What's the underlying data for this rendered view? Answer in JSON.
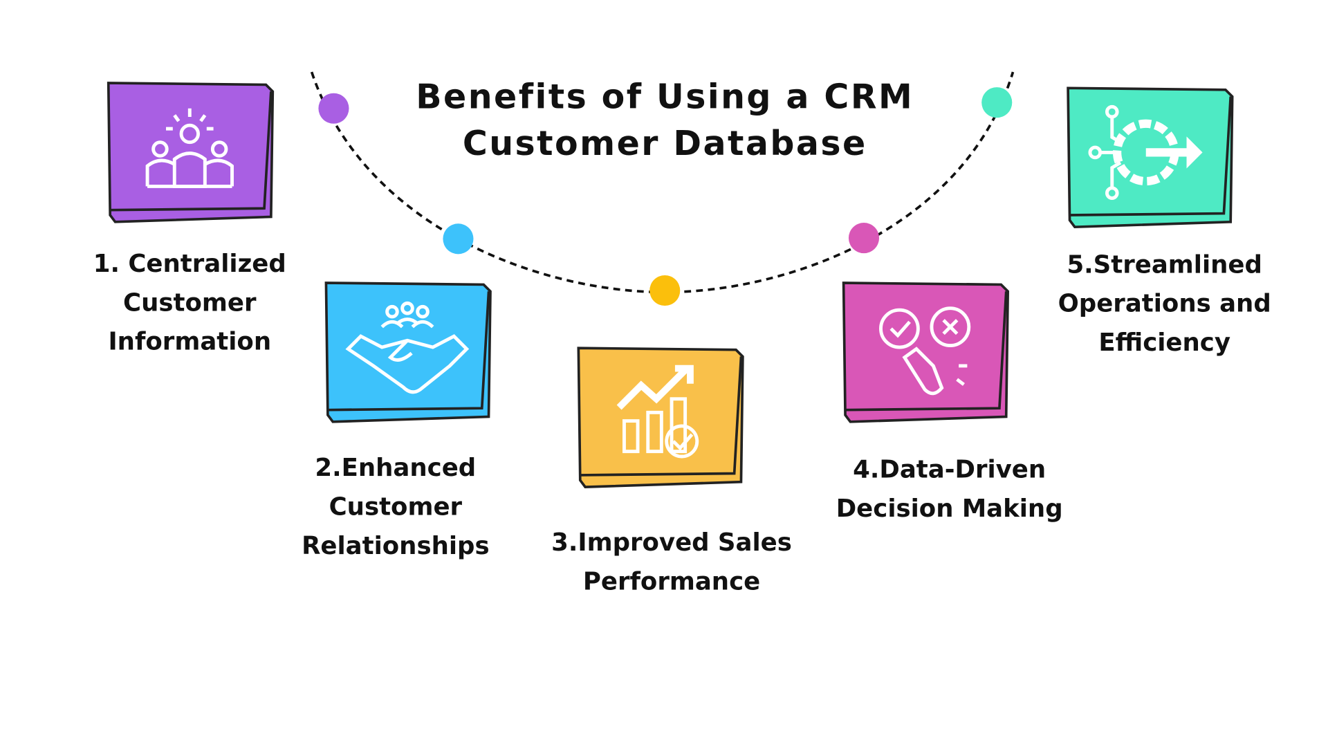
{
  "title": [
    "Benefits of Using a CRM",
    "Customer Database"
  ],
  "items": [
    {
      "lines": [
        "1. Centralized",
        "Customer",
        "Information"
      ],
      "color": "#a95fe3",
      "icon": "team-leader-icon"
    },
    {
      "lines": [
        "2.Enhanced",
        "Customer",
        "Relationships"
      ],
      "color": "#3dc2fb",
      "icon": "handshake-icon"
    },
    {
      "lines": [
        "3.Improved Sales",
        "Performance"
      ],
      "color": "#f9c04a",
      "icon": "growth-chart-icon"
    },
    {
      "lines": [
        "4.Data-Driven",
        "Decision Making"
      ],
      "color": "#d957b7",
      "icon": "decision-icon"
    },
    {
      "lines": [
        "5.Streamlined",
        "Operations and",
        "Efficiency"
      ],
      "color": "#4eeac4",
      "icon": "gear-process-icon"
    }
  ]
}
